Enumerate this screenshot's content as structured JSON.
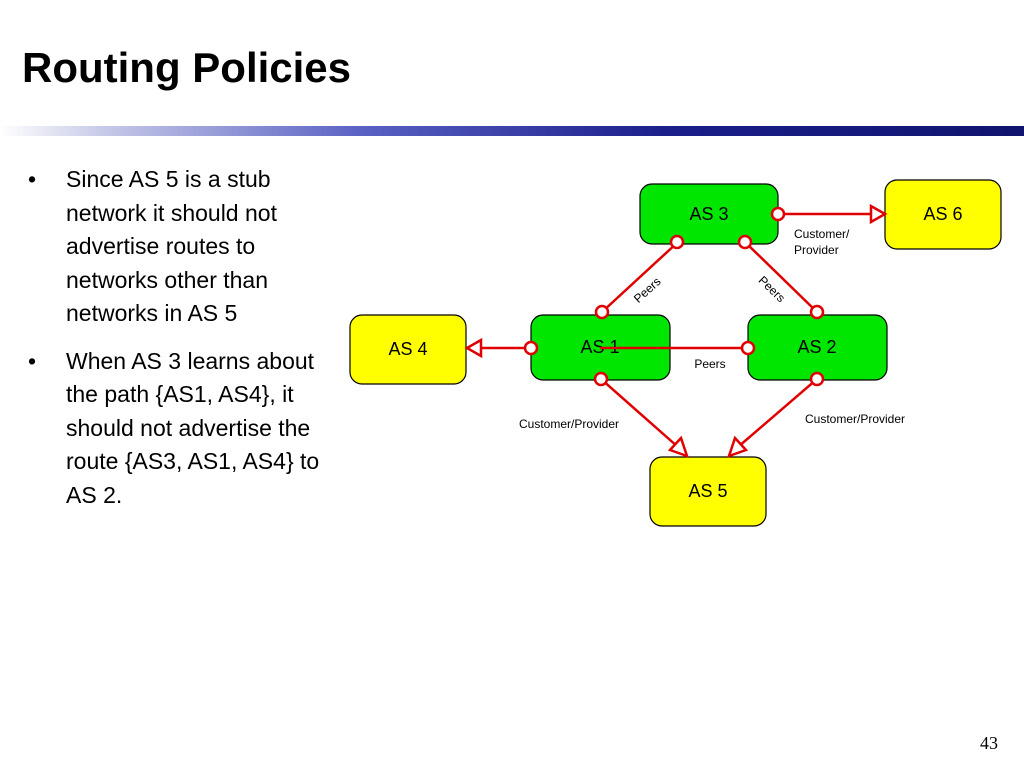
{
  "slide": {
    "title": "Routing Policies",
    "page_number": "43",
    "bullets": [
      {
        "marker": "•",
        "text": "Since AS 5 is a stub network it should not advertise routes to networks other than networks in AS 5"
      },
      {
        "marker": "•",
        "text": "When AS 3 learns about the path {AS1, AS4}, it should not advertise the route {AS3, AS1, AS4} to AS 2."
      }
    ]
  },
  "diagram": {
    "colors": {
      "transit_as": "#00e600",
      "stub_as": "#ffff00",
      "link": "#e00000",
      "endpoint_fill": "#ffffff",
      "node_border": "#000000"
    },
    "nodes": {
      "as3": {
        "label": "AS 3"
      },
      "as6": {
        "label": "AS 6"
      },
      "as1": {
        "label": "AS 1"
      },
      "as2": {
        "label": "AS 2"
      },
      "as4": {
        "label": "AS 4"
      },
      "as5": {
        "label": "AS 5"
      }
    },
    "edge_labels": {
      "as3_as6_line1": "Customer/",
      "as3_as6_line2": "Provider",
      "as1_as3": "Peers",
      "as3_as2": "Peers",
      "as1_as2": "Peers",
      "as1_as5": "Customer/Provider",
      "as2_as5": "Customer/Provider"
    }
  }
}
